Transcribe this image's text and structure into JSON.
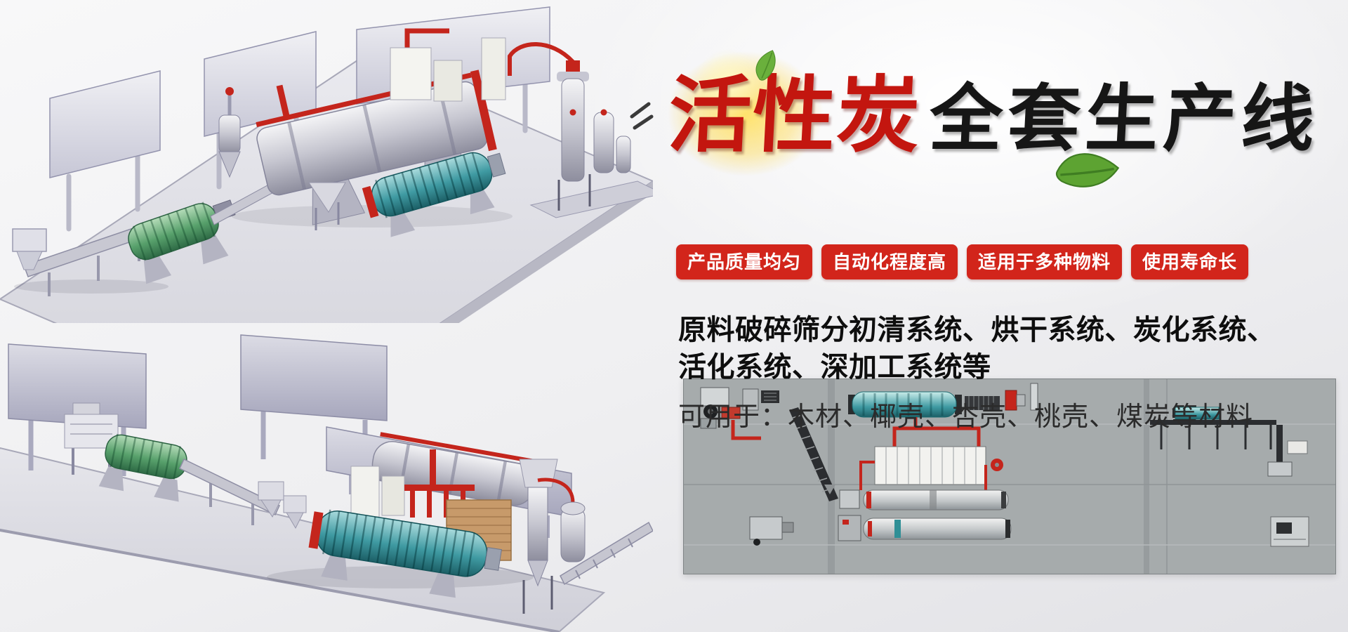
{
  "banner": {
    "title": {
      "red": "活性炭",
      "black": "全套生产线"
    },
    "badges": [
      "产品质量均匀",
      "自动化程度高",
      "适用于多种物料",
      "使用寿命长"
    ],
    "description": {
      "line1": "原料破碎筛分初清系统、烘干系统、炭化系统、",
      "line2": "活化系统、深加工系统等",
      "usage": "可用于：木材、椰壳、杏壳、桃壳、煤炭等材料"
    },
    "colors": {
      "badge_red": "#d2251b",
      "title_red": "#c3160f",
      "title_black": "#161616",
      "pipe_red": "#c4251c",
      "machinery_teal": "#3f9aa2",
      "machinery_green": "#57a06b",
      "panel_background": "#a6abac",
      "page_background": "#f0f0f2",
      "glow_yellow": "#ffd84a",
      "leaf_green": "#6ab03c"
    },
    "figures": {
      "render_top": "production-line-3d-render-top",
      "render_bottom": "production-line-3d-render-bottom",
      "schematic": "production-line-plan-schematic"
    }
  }
}
